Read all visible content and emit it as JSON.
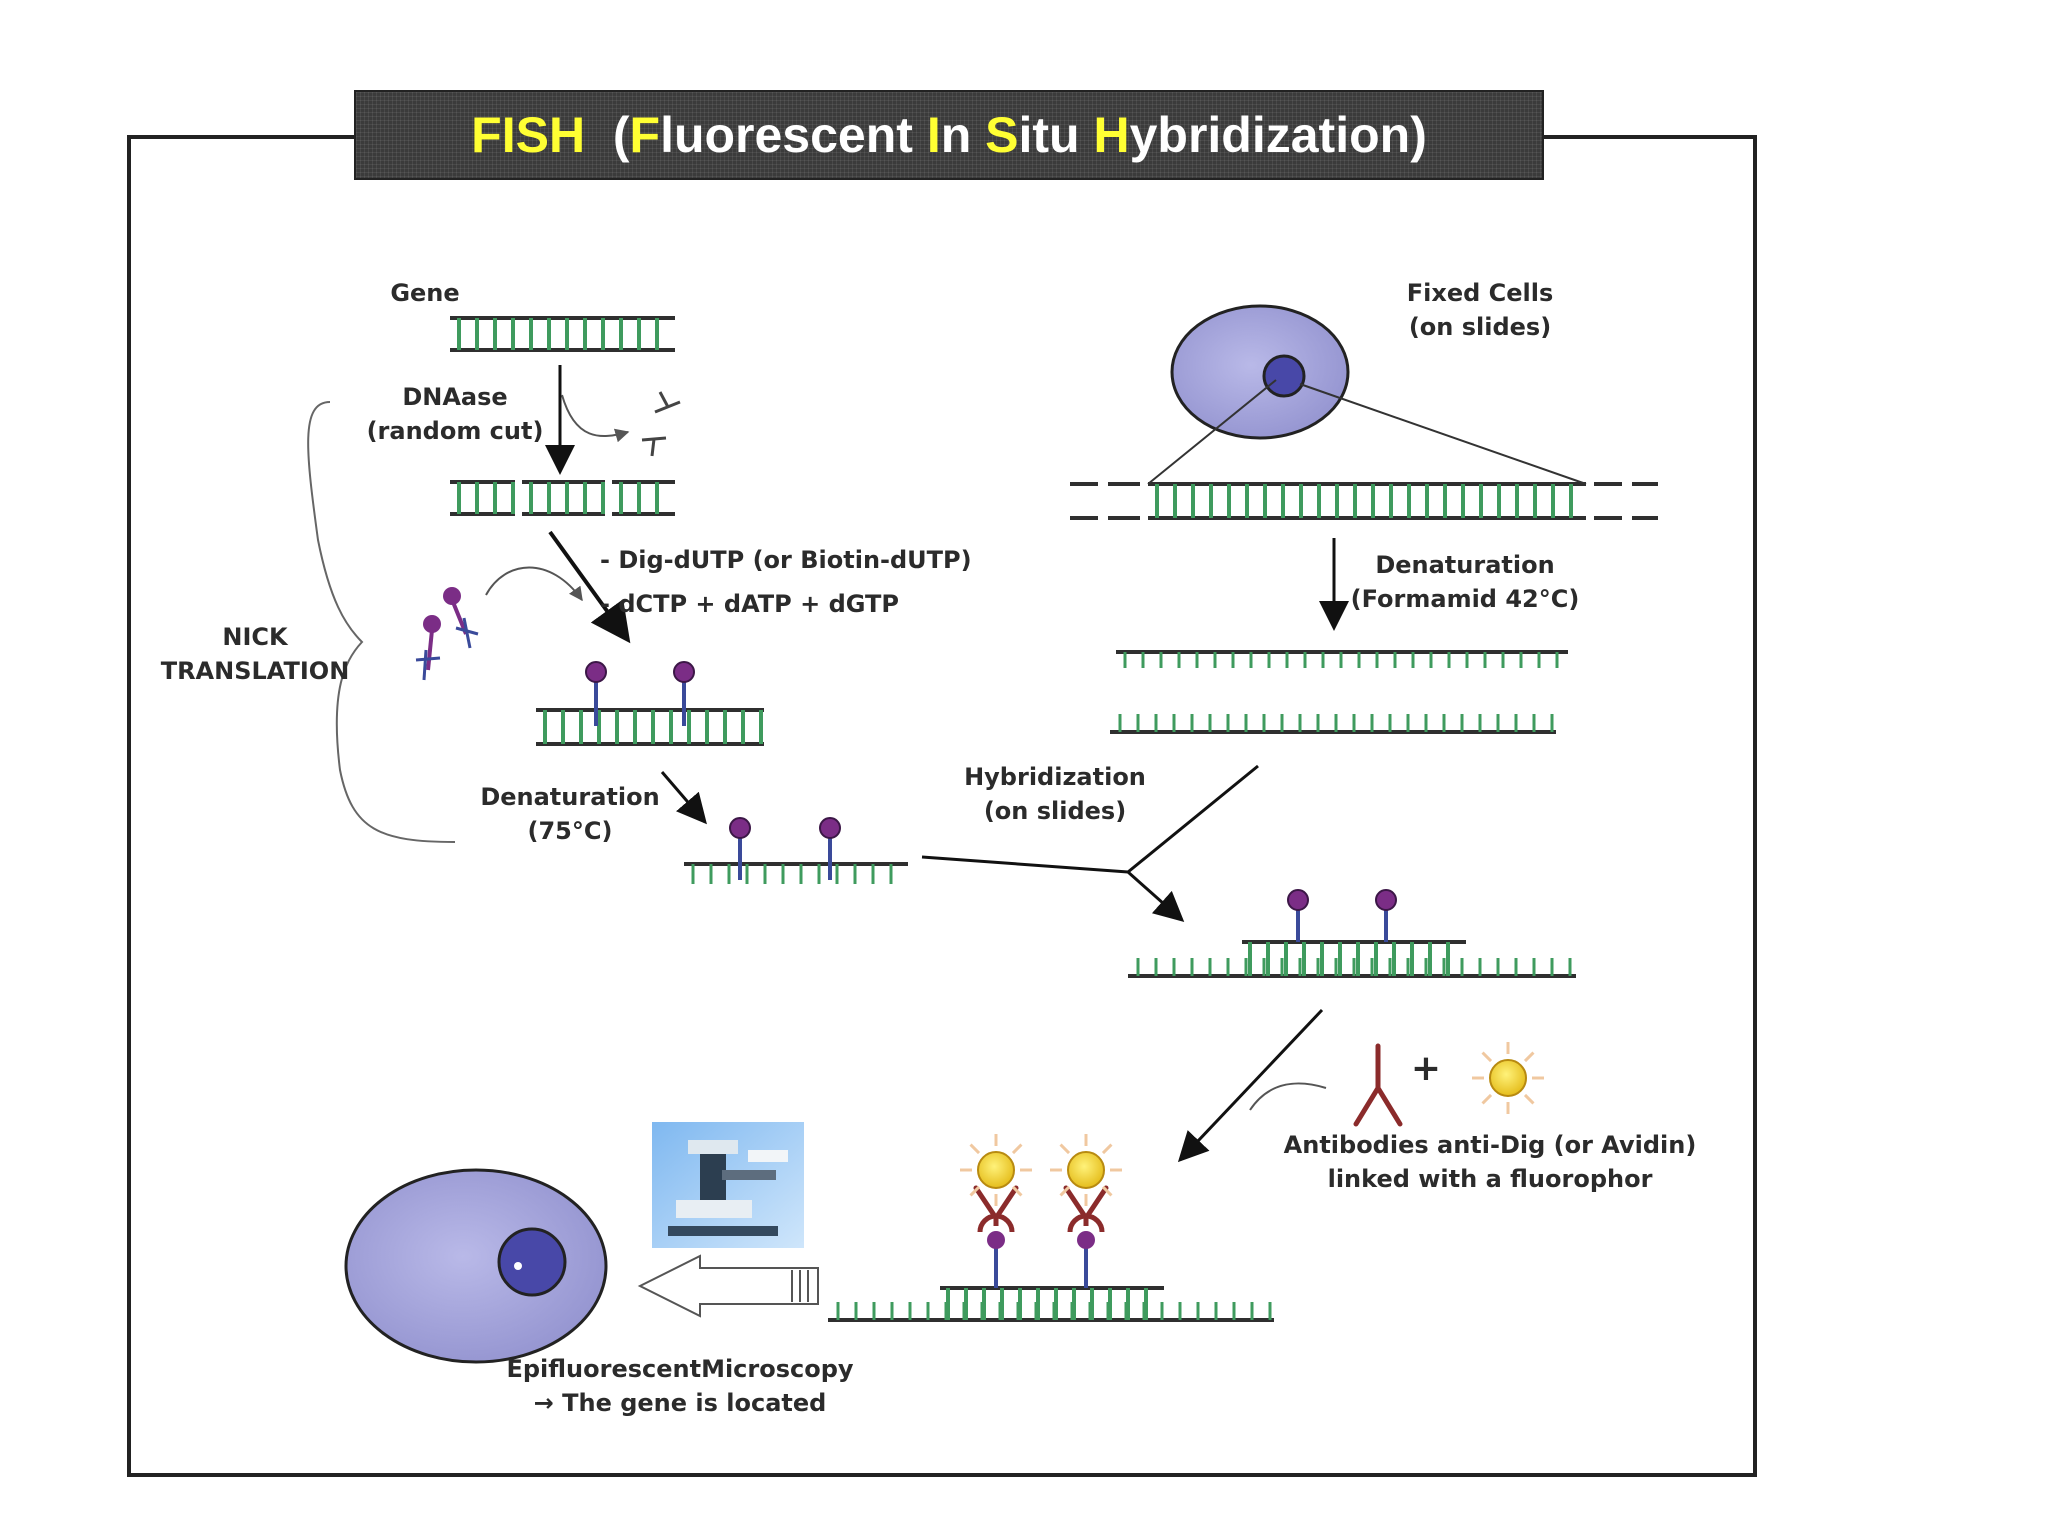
{
  "title": {
    "acronym": "FISH",
    "open": "(",
    "w1_initial": "F",
    "w1_rest": "luorescent ",
    "w2_initial": "I",
    "w2_rest": "n ",
    "w3_initial": "S",
    "w3_rest": "itu ",
    "w4_initial": "H",
    "w4_rest": "ybridization",
    "close": ")"
  },
  "labels": {
    "gene": "Gene",
    "dnaase_1": "DNAase",
    "dnaase_2": "(random cut)",
    "nick_1": "NICK",
    "nick_2": "TRANSLATION",
    "reagent_1": "- Dig-dUTP (or Biotin-dUTP)",
    "reagent_2": "- dCTP + dATP + dGTP",
    "denat_probe_1": "Denaturation",
    "denat_probe_2": "(75°C)",
    "fixed_1": "Fixed Cells",
    "fixed_2": "(on slides)",
    "denat_target_1": "Denaturation",
    "denat_target_2": "(Formamid 42°C)",
    "hyb_1": "Hybridization",
    "hyb_2": "(on slides)",
    "plus": "+",
    "antibody_1": "Antibodies anti-Dig (or Avidin)",
    "antibody_2": "linked with a fluorophor",
    "micro_1": "EpifluorescentMicroscopy",
    "micro_2": "→ The gene is located"
  },
  "colors": {
    "title_bg": "#3b3b3b",
    "title_text": "#ffffff",
    "title_highlight": "#ffff33",
    "dna_rung": "#3f9b5e",
    "dna_backbone": "#2f2f2f",
    "probe_marker": "#7b2d86",
    "cell_fill": "#a8a8dc",
    "nucleus_fill": "#4848a8",
    "fluorophore": "#f2d230",
    "antibody": "#8b2b2b"
  },
  "icons": {
    "microscope": "microscope-icon",
    "arrow": "hollow-arrow-icon"
  }
}
